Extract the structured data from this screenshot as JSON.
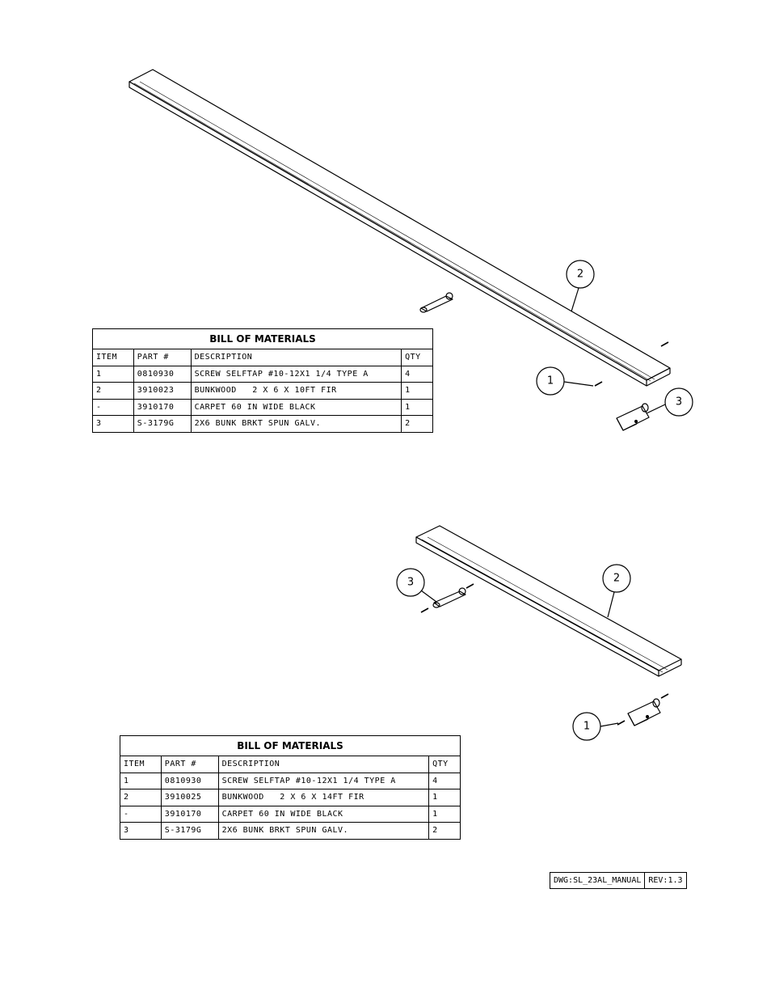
{
  "assemblies": [
    {
      "bom_title": "BILL OF MATERIALS",
      "headers": [
        "ITEM",
        "PART #",
        "DESCRIPTION",
        "QTY"
      ],
      "rows": [
        [
          "1",
          "0810930",
          "SCREW SELFTAP #10-12X1 1/4 TYPE A",
          "4"
        ],
        [
          "2",
          "3910023",
          "BUNKWOOD   2 X 6 X 10FT FIR",
          "1"
        ],
        [
          "-",
          "3910170",
          "CARPET 60 IN WIDE BLACK",
          "1"
        ],
        [
          "3",
          "S-3179G",
          "2X6 BUNK BRKT SPUN GALV.",
          "2"
        ]
      ],
      "balloons": [
        "2",
        "1",
        "3"
      ]
    },
    {
      "bom_title": "BILL OF MATERIALS",
      "headers": [
        "ITEM",
        "PART #",
        "DESCRIPTION",
        "QTY"
      ],
      "rows": [
        [
          "1",
          "0810930",
          "SCREW SELFTAP #10-12X1 1/4 TYPE A",
          "4"
        ],
        [
          "2",
          "3910025",
          "BUNKWOOD   2 X 6 X 14FT FIR",
          "1"
        ],
        [
          "-",
          "3910170",
          "CARPET 60 IN WIDE BLACK",
          "1"
        ],
        [
          "3",
          "S-3179G",
          "2X6 BUNK BRKT SPUN GALV.",
          "2"
        ]
      ],
      "balloons": [
        "3",
        "2",
        "1"
      ]
    }
  ],
  "title_block": {
    "dwg": "DWG:SL_23AL_MANUAL",
    "rev": "REV:1.3"
  }
}
